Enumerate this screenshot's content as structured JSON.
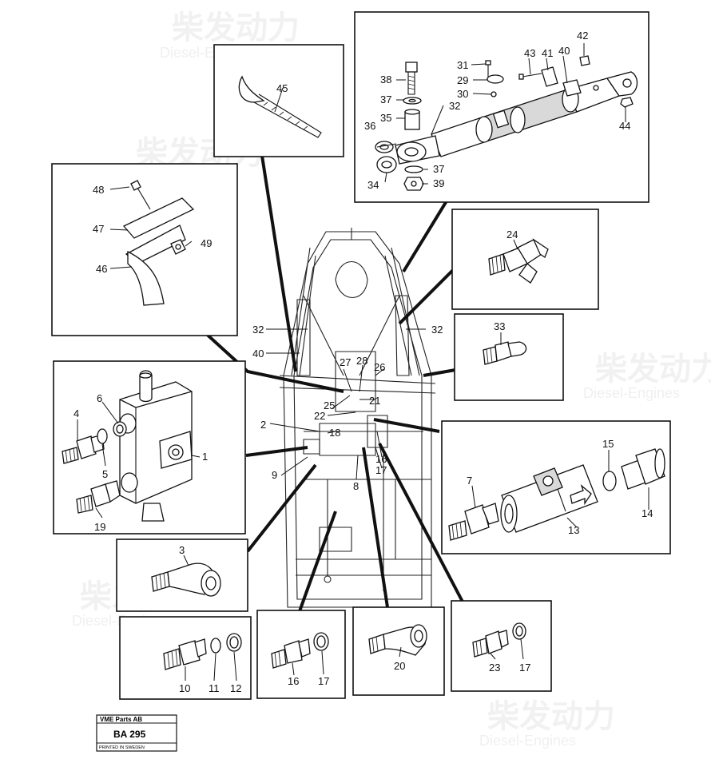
{
  "drawing": {
    "callouts": {
      "c1": "1",
      "c2": "2",
      "c3": "3",
      "c4": "4",
      "c5": "5",
      "c6": "6",
      "c7": "7",
      "c8": "8",
      "c9": "9",
      "c10": "10",
      "c11": "11",
      "c12": "12",
      "c13": "13",
      "c14": "14",
      "c15": "15",
      "c16a": "16",
      "c16b": "16",
      "c17a": "17",
      "c17b": "17",
      "c17c": "17",
      "c18": "18",
      "c19": "19",
      "c20": "20",
      "c21": "21",
      "c22": "22",
      "c23": "23",
      "c24": "24",
      "c25": "25",
      "c26": "26",
      "c27": "27",
      "c28": "28",
      "c29": "29",
      "c30": "30",
      "c31": "31",
      "c32a": "32",
      "c32b": "32",
      "c32c": "32",
      "c33": "33",
      "c34": "34",
      "c35": "35",
      "c36": "36",
      "c37a": "37",
      "c37b": "37",
      "c38": "38",
      "c39": "39",
      "c40a": "40",
      "c40b": "40",
      "c41": "41",
      "c42": "42",
      "c43": "43",
      "c44": "44",
      "c45": "45",
      "c46": "46",
      "c47": "47",
      "c48": "48",
      "c49": "49"
    }
  },
  "stamp": {
    "company": "VME Parts AB",
    "code": "BA 295",
    "printed": "PRINTED IN SWEDEN"
  },
  "watermark": {
    "chinese": "柴发动力",
    "latin": "Diesel-Engines"
  }
}
